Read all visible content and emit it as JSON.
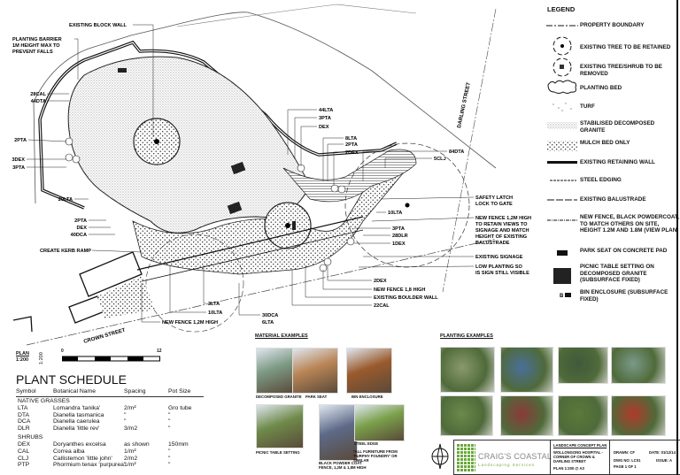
{
  "plan": {
    "callouts": [
      "EXISTING BLOCK WALL",
      "PLANTING BARRIER",
      "1M HEIGHT MAX TO",
      "PREVENT FALLS",
      "28CAL",
      "44DTA",
      "2PTA",
      "3DEX",
      "3PTA",
      "20LTA",
      "2PTA",
      "DEX",
      "40DCA",
      "CREATE KERB RAMP",
      "3LTA",
      "10LTA",
      "NEW FENCE 1,2M HIGH",
      "30DCA",
      "6LTA",
      "44LTA",
      "3PTA",
      "DEX",
      "8LTA",
      "2PTA",
      "2DEX",
      "84DTA",
      "5CLJ",
      "SAFETY LATCH",
      "LOCK TO GATE",
      "10LTA",
      "NEW FENCE 1,2M HIGH",
      "TO RETAIN VIEWS TO",
      "SIGNAGE AND MATCH",
      "HEIGHT OF EXISTING",
      "BALUSTRADE",
      "3PTA",
      "28DLR",
      "1DEX",
      "EXISTING SIGNAGE",
      "LOW PLANTING SO",
      "IS SIGN STILL VISIBLE",
      "2DEX",
      "NEW FENCE 1,8 HIGH",
      "EXISTING BOULDER WALL",
      "22CAL"
    ],
    "streets": {
      "darling": "DARLING STREET",
      "crown": "CROWN STREET"
    }
  },
  "legend": {
    "title": "LEGEND",
    "items": [
      {
        "icon": "property-boundary-line",
        "label": "PROPERTY BOUNDARY"
      },
      {
        "icon": "tree-retained",
        "label": "EXISTING TREE TO BE RETAINED"
      },
      {
        "icon": "tree-removed",
        "label": "EXISTING TREE/SHRUB TO BE REMOVED"
      },
      {
        "icon": "planting-bed",
        "label": "PLANTING BED"
      },
      {
        "icon": "turf",
        "label": "TURF"
      },
      {
        "icon": "decomposed-granite",
        "label": "STABILISED DECOMPOSED GRANITE"
      },
      {
        "icon": "mulch",
        "label": "MULCH BED ONLY"
      },
      {
        "icon": "retaining-wall",
        "label": "EXISTING RETAINING WALL"
      },
      {
        "icon": "steel-edging",
        "label": "STEEL EDGING"
      },
      {
        "icon": "balustrade",
        "label": "EXISTING BALUSTRADE"
      },
      {
        "icon": "new-fence",
        "label": "NEW FENCE, BLACK POWDERCOAT, TO MATCH OTHERS ON SITE, HEIGHT 1.2M AND 1.8M (VIEW PLAN)"
      },
      {
        "icon": "park-seat",
        "label": "PARK SEAT ON CONCRETE PAD"
      },
      {
        "icon": "picnic-table",
        "label": "PICNIC TABLE SETTING ON DECOMPOSED GRANITE (SUBSURFACE FIXED)"
      },
      {
        "icon": "bin",
        "label": "BIN ENCLOSURE (SUBSURFACE FIXED)",
        "marker": "B"
      }
    ]
  },
  "scale": {
    "plan": "PLAN",
    "ratio": "1:200",
    "ratio_vertical": "1:200",
    "start": "0",
    "end": "12"
  },
  "schedule": {
    "title": "PLANT SCHEDULE",
    "headers": [
      "Symbol",
      "Botanical Name",
      "Spacing",
      "Pot Size"
    ],
    "groups": [
      {
        "name": "NATIVE GRASSES",
        "rows": [
          [
            "LTA",
            "Lomandra 'tanika'",
            "2/m²",
            "Gro tube"
          ],
          [
            "DTA",
            "Dianella tasmanica",
            "\"",
            "\""
          ],
          [
            "DCA",
            "Dianella caerulea",
            "\"",
            "\""
          ],
          [
            "DLR",
            "Dianella 'little rev'",
            "3/m2",
            "\""
          ]
        ]
      },
      {
        "name": "SHRUBS",
        "rows": [
          [
            "DEX",
            "Doryanthes excelsa",
            "as shown",
            "150mm"
          ],
          [
            "CAL",
            "Correa alba",
            "1/m²",
            "\""
          ],
          [
            "CLJ",
            "Callistemon 'little john'",
            "2/m2",
            "\""
          ],
          [
            "PTP",
            "Phormium tenax 'purpurea'",
            "1/m²",
            "\""
          ]
        ]
      }
    ]
  },
  "materials": {
    "title": "MATERIAL EXAMPLES",
    "items": [
      {
        "caption": "DECOMPOSED GRANITE",
        "color": "#7d9a84"
      },
      {
        "caption": "PARK SEAT",
        "color": "#b98556"
      },
      {
        "caption": "BIN ENCLOSURE",
        "color": "#9a5a2c"
      },
      {
        "caption": "PICNIC TABLE SETTING",
        "color": "#6f8b4a"
      },
      {
        "caption": "BLACK POWDER COAT FENCE, 1,2M & 1,8M HIGH",
        "color": "#5d6a88"
      },
      {
        "caption": "STEEL EDGE",
        "color": "#7aa04a"
      }
    ],
    "note": "*ALL FURNITURE FROM 'FURPHY FOUNDRY' OR SIMILAR"
  },
  "planting": {
    "title": "PLANTING EXAMPLES",
    "colors": [
      "#8a9a6a",
      "#4a6f9a",
      "#3f5a3a",
      "#7a9a88",
      "#6a8a4a",
      "#8a3a3a",
      "#5a7a3a",
      "#b03a2a"
    ]
  },
  "titleblock": {
    "company": "CRAIG'S COASTAL",
    "tagline": "Landscaping Services",
    "sheet_title": "LANDSCAPE CONCEPT PLAN",
    "project": "WOLLONGONG HOSPITAL - CORNER OF CROWN & DARLING STREET",
    "plan": "PLAN 1:200 @ A3",
    "drawn": "DRAWN: CF",
    "date": "DATE: 01/12/14",
    "dwg": "DWG NO: LC01",
    "issue": "ISSUE: A",
    "page": "PAGE 1 OF 1",
    "brand_color": "#6aa83a"
  }
}
